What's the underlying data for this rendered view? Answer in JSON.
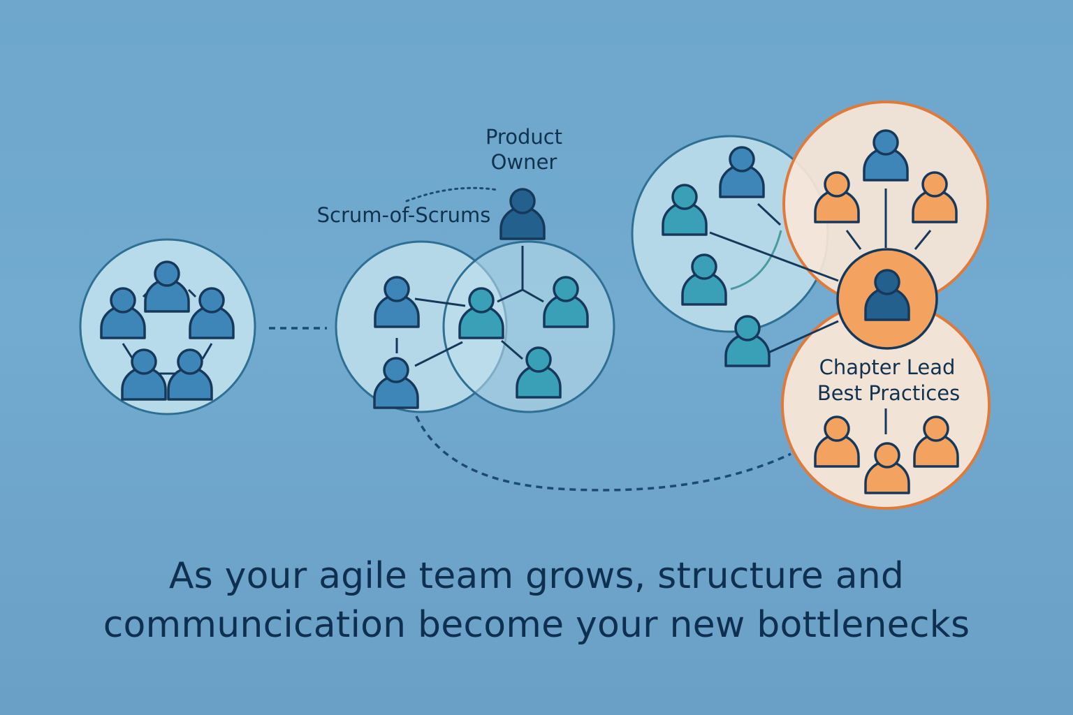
{
  "labels": {
    "product_owner_line1": "Product",
    "product_owner_line2": "Owner",
    "scrum_of_scrums": "Scrum-of-Scrums",
    "chapter_lead": "Chapter Lead",
    "best_practices": "Best Practices"
  },
  "caption": {
    "line1": "As your agile team grows, structure and",
    "line2": "communcication become your new bottlenecks"
  },
  "colors": {
    "background": "#72aad0",
    "team_circle_fill": "#bfe0ec",
    "team_circle_stroke": "#2f6f93",
    "person_blue": "#3f86b8",
    "person_teal": "#3aa0b8",
    "person_dark": "#23608e",
    "person_orange": "#f3a25f",
    "chapter_circle_fill": "#f9e6d7",
    "chapter_circle_stroke": "#e07a3a",
    "outline": "#16385a"
  },
  "icons": [
    "person-icon"
  ]
}
